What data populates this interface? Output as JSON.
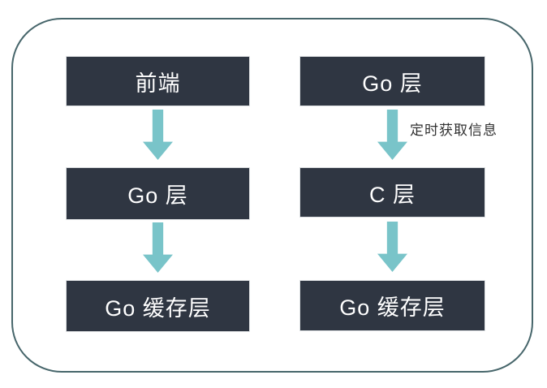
{
  "diagram": {
    "type": "flowchart",
    "flows": [
      {
        "name": "left-flow",
        "nodes": [
          "前端",
          "Go 层",
          "Go 缓存层"
        ],
        "edge_labels": [
          "",
          ""
        ]
      },
      {
        "name": "right-flow",
        "nodes": [
          "Go 层",
          "C 层",
          "Go 缓存层"
        ],
        "edge_labels": [
          "定时获取信息",
          ""
        ]
      }
    ],
    "colors": {
      "node_fill": "#2f3642",
      "node_text": "#ffffff",
      "arrow_fill": "#79c4c9",
      "frame_border": "#47666b",
      "edge_label_text": "#303030",
      "background": "#ffffff"
    }
  }
}
